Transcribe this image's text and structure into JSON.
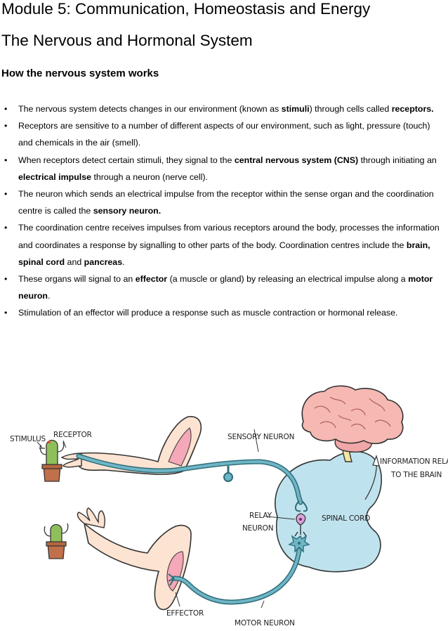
{
  "title_line1": "Module 5: Communication, Homeostasis and Energy",
  "title_line2": "The Nervous and Hormonal System",
  "section_heading": "How the nervous system works",
  "bullets": [
    [
      {
        "t": "The nervous system detects changes in our environment (known as "
      },
      {
        "t": "stimuli",
        "b": true
      },
      {
        "t": ") through cells called "
      },
      {
        "t": "receptors.",
        "b": true
      }
    ],
    [
      {
        "t": "Receptors are sensitive to a number of different aspects of our environment, such as light, pressure (touch) and chemicals in the air (smell)."
      }
    ],
    [
      {
        "t": "When receptors detect certain stimuli, they signal to the "
      },
      {
        "t": "central nervous system (CNS)",
        "b": true
      },
      {
        "t": " through initiating an "
      },
      {
        "t": "electrical impulse",
        "b": true
      },
      {
        "t": " through a neuron (nerve cell)."
      }
    ],
    [
      {
        "t": "The neuron which sends an electrical impulse from the receptor within the sense organ and the coordination centre is called the "
      },
      {
        "t": "sensory neuron.",
        "b": true
      }
    ],
    [
      {
        "t": "The coordination centre receives impulses from various receptors around the body, processes the information and coordinates a response by signalling to other parts of the body. Coordination centres include the "
      },
      {
        "t": "brain, spinal cord",
        "b": true
      },
      {
        "t": " and "
      },
      {
        "t": "pancreas",
        "b": true
      },
      {
        "t": "."
      }
    ],
    [
      {
        "t": "These organs will signal to an "
      },
      {
        "t": "effector",
        "b": true
      },
      {
        "t": " (a muscle or gland) by releasing an electrical impulse along a "
      },
      {
        "t": "motor neuron",
        "b": true
      },
      {
        "t": "."
      }
    ],
    [
      {
        "t": "Stimulation of an effector will produce a response such as muscle contraction or hormonal release."
      }
    ]
  ],
  "diagram": {
    "stimulus": "STIMULUS",
    "receptor": "RECEPTOR",
    "sensory_neuron": "SENSORY NEURON",
    "info_line1": "INFORMATION RELAYED",
    "info_line2": "TO THE BRAIN",
    "relay_line1": "RELAY",
    "relay_line2": "NEURON",
    "spinal_cord": "SPINAL CORD",
    "effector": "EFFECTOR",
    "motor_neuron": "MOTOR NEURON"
  }
}
